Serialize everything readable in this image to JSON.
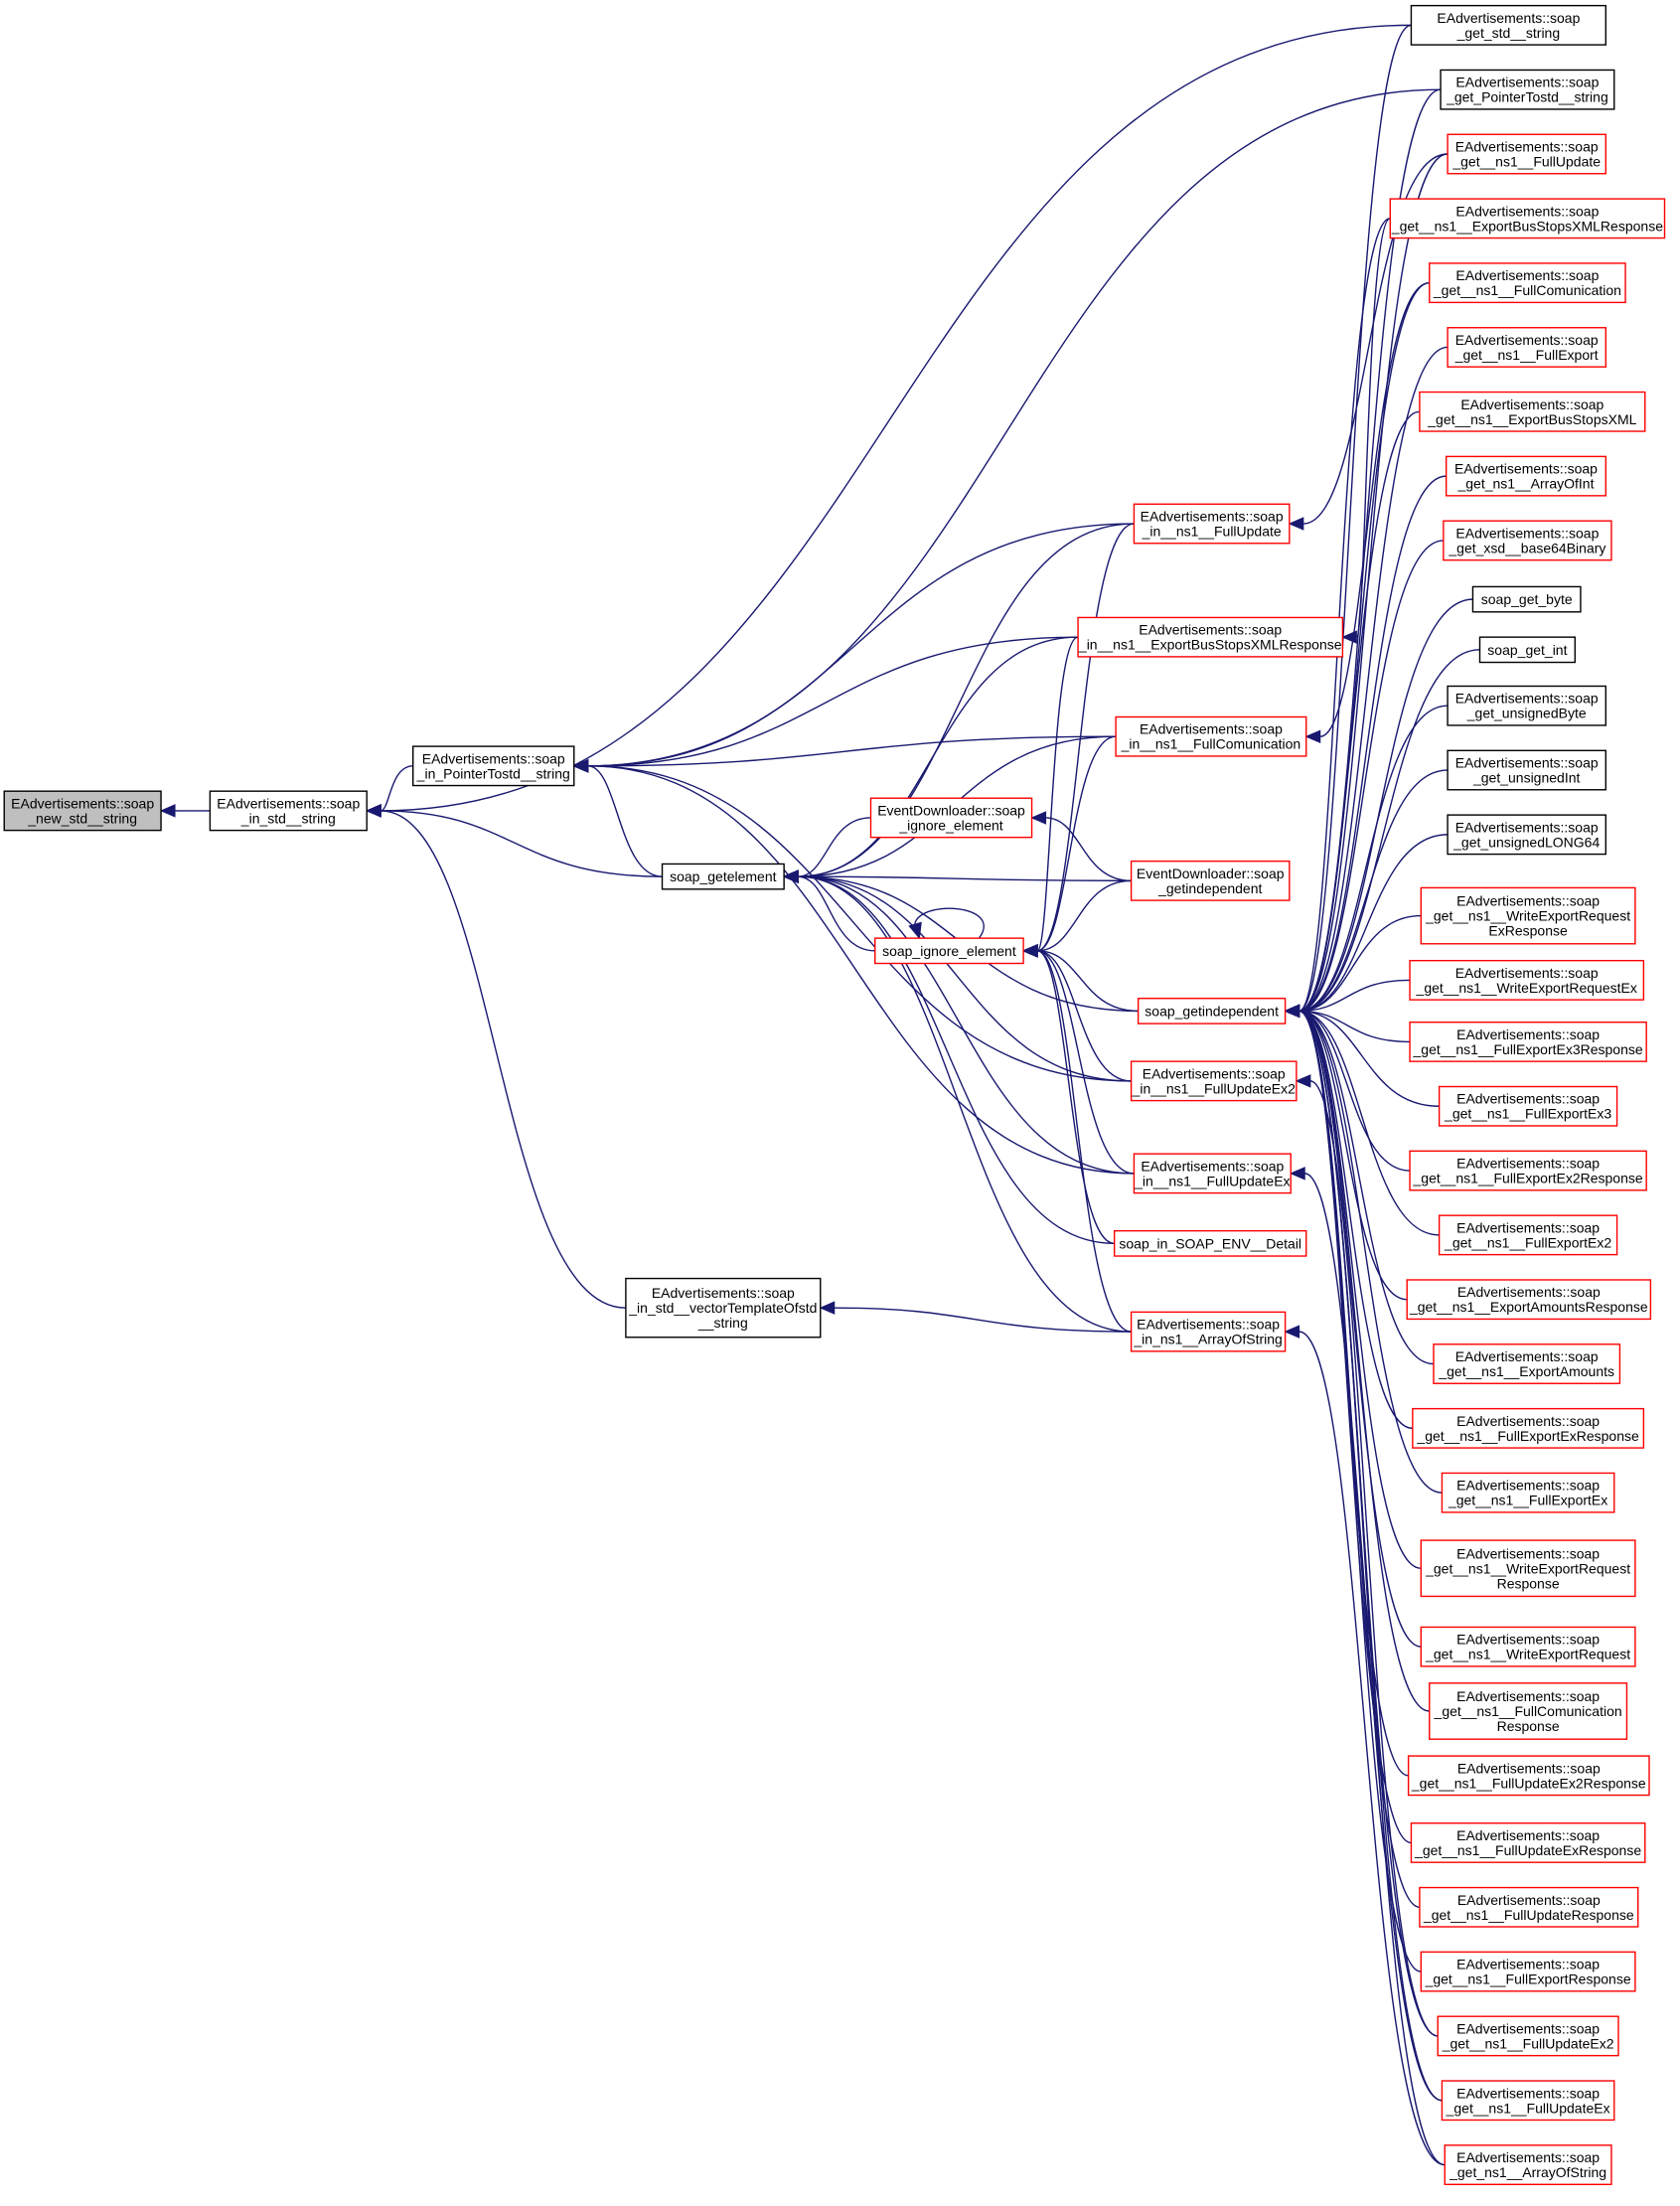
{
  "graph": {
    "type": "call-graph",
    "edge_color": "#191970",
    "node_border_colors": {
      "normal": "#000000",
      "truncated": "#ff0000",
      "root_fill": "#bfbfbf"
    },
    "nodes": [
      {
        "id": "n0",
        "lines": [
          "EAdvertisements::soap",
          "_new_std__string"
        ],
        "style": "root"
      },
      {
        "id": "n1",
        "lines": [
          "EAdvertisements::soap",
          "_in_std__string"
        ],
        "style": "black"
      },
      {
        "id": "n2",
        "lines": [
          "EAdvertisements::soap",
          "_in_PointerTostd__string"
        ],
        "style": "black"
      },
      {
        "id": "n3",
        "lines": [
          "soap_getelement"
        ],
        "style": "black"
      },
      {
        "id": "n4",
        "lines": [
          "EAdvertisements::soap",
          "_in_std__vectorTemplateOfstd",
          "__string"
        ],
        "style": "black"
      },
      {
        "id": "m1",
        "lines": [
          "EAdvertisements::soap",
          "_in__ns1__FullUpdate"
        ],
        "style": "red"
      },
      {
        "id": "m2",
        "lines": [
          "EAdvertisements::soap",
          "_in__ns1__ExportBusStopsXMLResponse"
        ],
        "style": "red"
      },
      {
        "id": "m3",
        "lines": [
          "EAdvertisements::soap",
          "_in__ns1__FullComunication"
        ],
        "style": "red"
      },
      {
        "id": "m4",
        "lines": [
          "EventDownloader::soap",
          "_ignore_element"
        ],
        "style": "red"
      },
      {
        "id": "m5",
        "lines": [
          "EventDownloader::soap",
          "_getindependent"
        ],
        "style": "red"
      },
      {
        "id": "m6",
        "lines": [
          "soap_ignore_element"
        ],
        "style": "red"
      },
      {
        "id": "m7",
        "lines": [
          "soap_getindependent"
        ],
        "style": "red"
      },
      {
        "id": "m8",
        "lines": [
          "EAdvertisements::soap",
          "_in__ns1__FullUpdateEx2"
        ],
        "style": "red"
      },
      {
        "id": "m9",
        "lines": [
          "EAdvertisements::soap",
          "_in__ns1__FullUpdateEx"
        ],
        "style": "red"
      },
      {
        "id": "m10",
        "lines": [
          "soap_in_SOAP_ENV__Detail"
        ],
        "style": "red"
      },
      {
        "id": "m11",
        "lines": [
          "EAdvertisements::soap",
          "_in_ns1__ArrayOfString"
        ],
        "style": "red"
      },
      {
        "id": "r0",
        "lines": [
          "EAdvertisements::soap",
          "_get_std__string"
        ],
        "style": "black"
      },
      {
        "id": "r1",
        "lines": [
          "EAdvertisements::soap",
          "_get_PointerTostd__string"
        ],
        "style": "black"
      },
      {
        "id": "r2",
        "lines": [
          "EAdvertisements::soap",
          "_get__ns1__FullUpdate"
        ],
        "style": "red"
      },
      {
        "id": "r3",
        "lines": [
          "EAdvertisements::soap",
          "_get__ns1__ExportBusStopsXMLResponse"
        ],
        "style": "red"
      },
      {
        "id": "r4",
        "lines": [
          "EAdvertisements::soap",
          "_get__ns1__FullComunication"
        ],
        "style": "red"
      },
      {
        "id": "r5",
        "lines": [
          "EAdvertisements::soap",
          "_get__ns1__FullExport"
        ],
        "style": "red"
      },
      {
        "id": "r6",
        "lines": [
          "EAdvertisements::soap",
          "_get__ns1__ExportBusStopsXML"
        ],
        "style": "red"
      },
      {
        "id": "r7",
        "lines": [
          "EAdvertisements::soap",
          "_get_ns1__ArrayOfInt"
        ],
        "style": "red"
      },
      {
        "id": "r8",
        "lines": [
          "EAdvertisements::soap",
          "_get_xsd__base64Binary"
        ],
        "style": "red"
      },
      {
        "id": "r9",
        "lines": [
          "soap_get_byte"
        ],
        "style": "black"
      },
      {
        "id": "r10",
        "lines": [
          "soap_get_int"
        ],
        "style": "black"
      },
      {
        "id": "r11",
        "lines": [
          "EAdvertisements::soap",
          "_get_unsignedByte"
        ],
        "style": "black"
      },
      {
        "id": "r12",
        "lines": [
          "EAdvertisements::soap",
          "_get_unsignedInt"
        ],
        "style": "black"
      },
      {
        "id": "r13",
        "lines": [
          "EAdvertisements::soap",
          "_get_unsignedLONG64"
        ],
        "style": "black"
      },
      {
        "id": "r14",
        "lines": [
          "EAdvertisements::soap",
          "_get__ns1__WriteExportRequest",
          "ExResponse"
        ],
        "style": "red"
      },
      {
        "id": "r15",
        "lines": [
          "EAdvertisements::soap",
          "_get__ns1__WriteExportRequestEx"
        ],
        "style": "red"
      },
      {
        "id": "r16",
        "lines": [
          "EAdvertisements::soap",
          "_get__ns1__FullExportEx3Response"
        ],
        "style": "red"
      },
      {
        "id": "r17",
        "lines": [
          "EAdvertisements::soap",
          "_get__ns1__FullExportEx3"
        ],
        "style": "red"
      },
      {
        "id": "r18",
        "lines": [
          "EAdvertisements::soap",
          "_get__ns1__FullExportEx2Response"
        ],
        "style": "red"
      },
      {
        "id": "r19",
        "lines": [
          "EAdvertisements::soap",
          "_get__ns1__FullExportEx2"
        ],
        "style": "red"
      },
      {
        "id": "r20",
        "lines": [
          "EAdvertisements::soap",
          "_get__ns1__ExportAmountsResponse"
        ],
        "style": "red"
      },
      {
        "id": "r21",
        "lines": [
          "EAdvertisements::soap",
          "_get__ns1__ExportAmounts"
        ],
        "style": "red"
      },
      {
        "id": "r22",
        "lines": [
          "EAdvertisements::soap",
          "_get__ns1__FullExportExResponse"
        ],
        "style": "red"
      },
      {
        "id": "r23",
        "lines": [
          "EAdvertisements::soap",
          "_get__ns1__FullExportEx"
        ],
        "style": "red"
      },
      {
        "id": "r24",
        "lines": [
          "EAdvertisements::soap",
          "_get__ns1__WriteExportRequest",
          "Response"
        ],
        "style": "red"
      },
      {
        "id": "r25",
        "lines": [
          "EAdvertisements::soap",
          "_get__ns1__WriteExportRequest"
        ],
        "style": "red"
      },
      {
        "id": "r26",
        "lines": [
          "EAdvertisements::soap",
          "_get__ns1__FullComunication",
          "Response"
        ],
        "style": "red"
      },
      {
        "id": "r27",
        "lines": [
          "EAdvertisements::soap",
          "_get__ns1__FullUpdateEx2Response"
        ],
        "style": "red"
      },
      {
        "id": "r28",
        "lines": [
          "EAdvertisements::soap",
          "_get__ns1__FullUpdateExResponse"
        ],
        "style": "red"
      },
      {
        "id": "r29",
        "lines": [
          "EAdvertisements::soap",
          "_get__ns1__FullUpdateResponse"
        ],
        "style": "red"
      },
      {
        "id": "r30",
        "lines": [
          "EAdvertisements::soap",
          "_get__ns1__FullExportResponse"
        ],
        "style": "red"
      },
      {
        "id": "r31",
        "lines": [
          "EAdvertisements::soap",
          "_get__ns1__FullUpdateEx2"
        ],
        "style": "red"
      },
      {
        "id": "r32",
        "lines": [
          "EAdvertisements::soap",
          "_get__ns1__FullUpdateEx"
        ],
        "style": "red"
      },
      {
        "id": "r33",
        "lines": [
          "EAdvertisements::soap",
          "_get_ns1__ArrayOfString"
        ],
        "style": "red"
      }
    ],
    "edges": [
      [
        "n1",
        "n0"
      ],
      [
        "n2",
        "n1"
      ],
      [
        "n3",
        "n1"
      ],
      [
        "n4",
        "n1"
      ],
      [
        "r0",
        "n1"
      ],
      [
        "n3",
        "n2"
      ],
      [
        "m1",
        "n2"
      ],
      [
        "m2",
        "n2"
      ],
      [
        "m3",
        "n2"
      ],
      [
        "m8",
        "n2"
      ],
      [
        "m9",
        "n2"
      ],
      [
        "r1",
        "n2"
      ],
      [
        "m4",
        "n3"
      ],
      [
        "m5",
        "n3"
      ],
      [
        "m6",
        "n3"
      ],
      [
        "m7",
        "n3"
      ],
      [
        "m8",
        "n3"
      ],
      [
        "m9",
        "n3"
      ],
      [
        "m10",
        "n3"
      ],
      [
        "m11",
        "n3"
      ],
      [
        "m1",
        "n3"
      ],
      [
        "m2",
        "n3"
      ],
      [
        "m3",
        "n3"
      ],
      [
        "m11",
        "n4"
      ],
      [
        "r2",
        "m1"
      ],
      [
        "r3",
        "m2"
      ],
      [
        "r4",
        "m3"
      ],
      [
        "m5",
        "m4"
      ],
      [
        "m6",
        "m6"
      ],
      [
        "m5",
        "m6"
      ],
      [
        "m7",
        "m6"
      ],
      [
        "m8",
        "m6"
      ],
      [
        "m9",
        "m6"
      ],
      [
        "m10",
        "m6"
      ],
      [
        "m11",
        "m6"
      ],
      [
        "m1",
        "m6"
      ],
      [
        "m2",
        "m6"
      ],
      [
        "m3",
        "m6"
      ],
      [
        "r0",
        "m7"
      ],
      [
        "r1",
        "m7"
      ],
      [
        "r2",
        "m7"
      ],
      [
        "r3",
        "m7"
      ],
      [
        "r4",
        "m7"
      ],
      [
        "r5",
        "m7"
      ],
      [
        "r6",
        "m7"
      ],
      [
        "r7",
        "m7"
      ],
      [
        "r8",
        "m7"
      ],
      [
        "r9",
        "m7"
      ],
      [
        "r10",
        "m7"
      ],
      [
        "r11",
        "m7"
      ],
      [
        "r12",
        "m7"
      ],
      [
        "r13",
        "m7"
      ],
      [
        "r14",
        "m7"
      ],
      [
        "r15",
        "m7"
      ],
      [
        "r16",
        "m7"
      ],
      [
        "r17",
        "m7"
      ],
      [
        "r18",
        "m7"
      ],
      [
        "r19",
        "m7"
      ],
      [
        "r20",
        "m7"
      ],
      [
        "r21",
        "m7"
      ],
      [
        "r22",
        "m7"
      ],
      [
        "r23",
        "m7"
      ],
      [
        "r24",
        "m7"
      ],
      [
        "r25",
        "m7"
      ],
      [
        "r26",
        "m7"
      ],
      [
        "r27",
        "m7"
      ],
      [
        "r28",
        "m7"
      ],
      [
        "r29",
        "m7"
      ],
      [
        "r30",
        "m7"
      ],
      [
        "r31",
        "m7"
      ],
      [
        "r32",
        "m7"
      ],
      [
        "r33",
        "m7"
      ],
      [
        "r31",
        "m8"
      ],
      [
        "r32",
        "m9"
      ],
      [
        "r33",
        "m11"
      ]
    ]
  }
}
